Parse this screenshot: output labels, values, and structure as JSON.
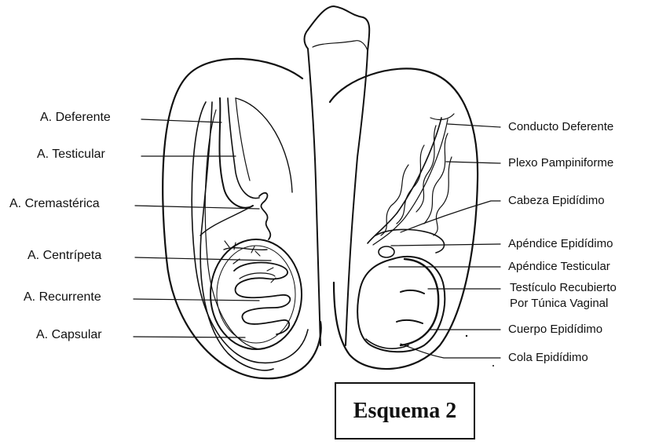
{
  "caption": "Esquema 2",
  "labels_left": [
    "A. Deferente",
    "A. Testicular",
    "A. Cremastérica",
    "A. Centrípeta",
    "A. Recurrente",
    "A. Capsular"
  ],
  "labels_right": [
    "Conducto Deferente",
    "Plexo Pampiniforme",
    "Cabeza Epidídimo",
    "Apéndice Epidídimo",
    "Apéndice Testicular",
    "Testículo Recubierto",
    "Por Túnica Vaginal",
    "Cuerpo Epidídimo",
    "Cola Epidídimo"
  ],
  "colors": {
    "ink": "#111111",
    "paper": "#ffffff"
  }
}
